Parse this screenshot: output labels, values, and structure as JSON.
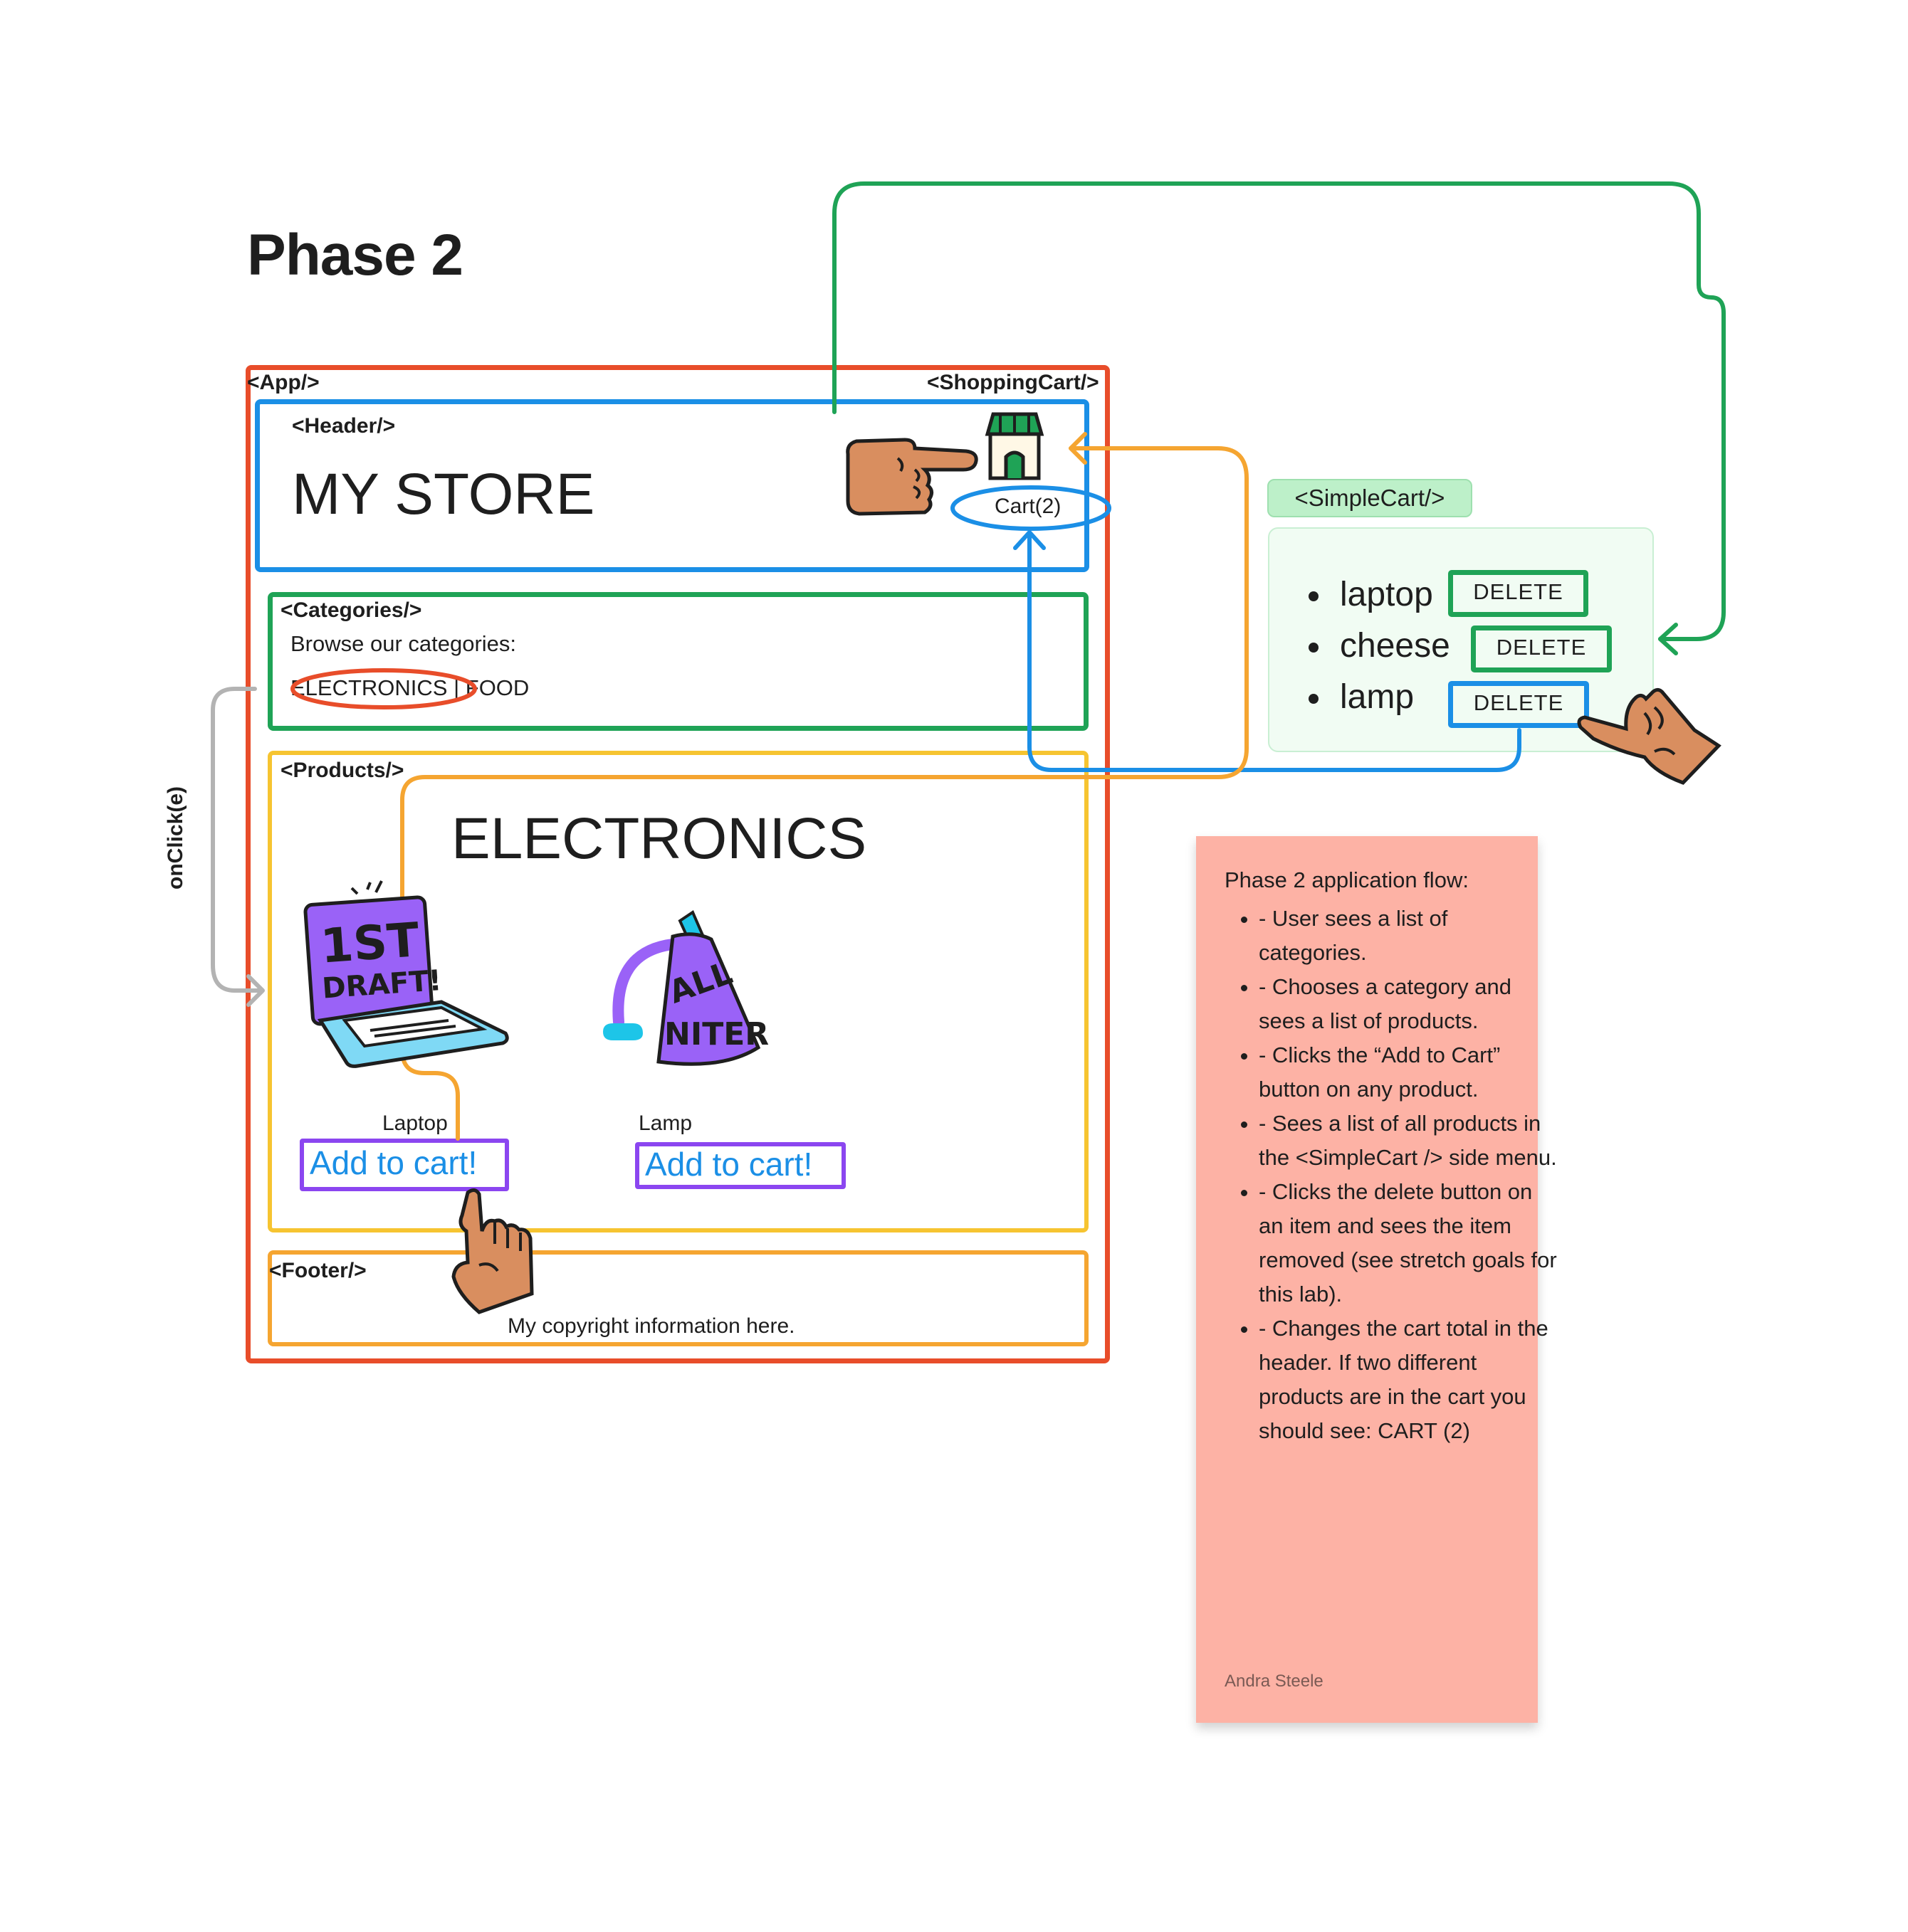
{
  "title": "Phase 2",
  "tags": {
    "app": "<App/>",
    "shopping_cart": "<ShoppingCart/>",
    "header": "<Header/>",
    "categories": "<Categories/>",
    "products": "<Products/>",
    "footer": "<Footer/>",
    "simple_cart": "<SimpleCart/>"
  },
  "header": {
    "store_name": "MY STORE",
    "cart_label": "Cart(2)"
  },
  "categories": {
    "prompt": "Browse our categories:",
    "links": "ELECTRONICS | FOOD"
  },
  "products": {
    "heading": "ELECTRONICS",
    "items": [
      {
        "name": "Laptop",
        "button": "Add to cart!",
        "sticker_top": "1ST",
        "sticker_bottom": "DRAFT!"
      },
      {
        "name": "Lamp",
        "button": "Add to cart!",
        "sticker_top": "ALL",
        "sticker_bottom": "NITER"
      }
    ]
  },
  "footer": {
    "copyright": "My copyright information here."
  },
  "flow_label": "onClick(e)",
  "simple_cart": {
    "items": [
      {
        "name": "laptop",
        "button": "DELETE"
      },
      {
        "name": "cheese",
        "button": "DELETE"
      },
      {
        "name": "lamp",
        "button": "DELETE"
      }
    ]
  },
  "note": {
    "title": "Phase 2 application flow:",
    "bullets": [
      "- User sees a list of categories.",
      "- Chooses a category and sees a list of products.",
      "- Clicks the “Add to Cart” button on any product.",
      "- Sees a list of all products in the <SimpleCart /> side menu.",
      "- Clicks the delete button on an item and sees the item removed (see stretch goals for this lab).",
      "- Changes the cart total in the header. If two different products are in the cart you should see: CART (2)"
    ],
    "author": "Andra Steele"
  },
  "colors": {
    "app_border": "#e84d2a",
    "header_border": "#1b8fe6",
    "categories_border": "#1fa356",
    "products_border": "#f6c431",
    "footer_border": "#f5a531",
    "button_border": "#8b46f0",
    "button_text": "#1b8fe6",
    "sticky_note": "#fdb2a5",
    "simple_cart_tag": "#bdf0c9",
    "simple_cart_panel": "#f1fcf3",
    "connector_gray": "#b3b3b3"
  },
  "icons": [
    "storefront-icon",
    "pointing-hand-icon",
    "finger-up-hand-icon",
    "hang-loose-hand-icon",
    "laptop-sticker-icon",
    "lamp-sticker-icon"
  ]
}
